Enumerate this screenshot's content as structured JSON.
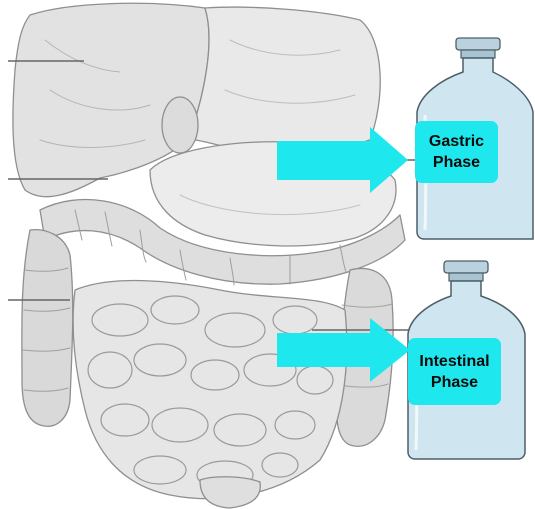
{
  "diagram": {
    "illustration": "digestive-tract-anatomy-sketch",
    "colors": {
      "arrow": "#1ee8ee",
      "label_background": "#1ee8ee",
      "bottle_fill": "#cfe6f0",
      "bottle_stroke": "#4d5e68",
      "organ_fill": "#e4e4e4",
      "organ_outline": "#8f8f8f",
      "leader_line": "#666666"
    },
    "phases": [
      {
        "line1": "Gastric",
        "line2": "Phase",
        "icon": "reagent-bottle",
        "arrow_icon": "right-arrow"
      },
      {
        "line1": "Intestinal",
        "line2": "Phase",
        "icon": "reagent-bottle",
        "arrow_icon": "right-arrow"
      }
    ],
    "leader_line_count": 4
  }
}
